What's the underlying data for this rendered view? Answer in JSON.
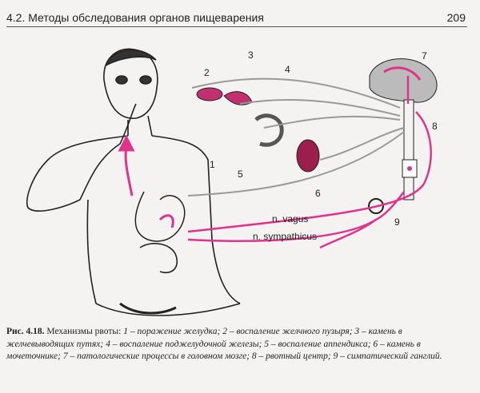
{
  "header": {
    "title": "4.2. Методы обследования органов пищеварения",
    "page_number": "209"
  },
  "figure": {
    "labels": [
      "1",
      "2",
      "3",
      "4",
      "5",
      "6",
      "7",
      "8",
      "9"
    ],
    "nerve_vagus": "n. vagus",
    "nerve_sympathicus": "n. sympathicus",
    "accent_color": "#e0348c"
  },
  "caption": {
    "fig_number": "Рис. 4.18.",
    "title": "Механизмы рвоты:",
    "body": "1 – поражение желудка; 2 – воспаление желчного пузыря; 3 – камень в желчевыводящих путях; 4 – воспаление поджелудочной железы; 5 – воспаление аппендикса; 6 – камень в мочеточнике; 7 – патологические процессы в головном мозге; 8 – рвотный центр; 9 – симпатический ганглий."
  }
}
